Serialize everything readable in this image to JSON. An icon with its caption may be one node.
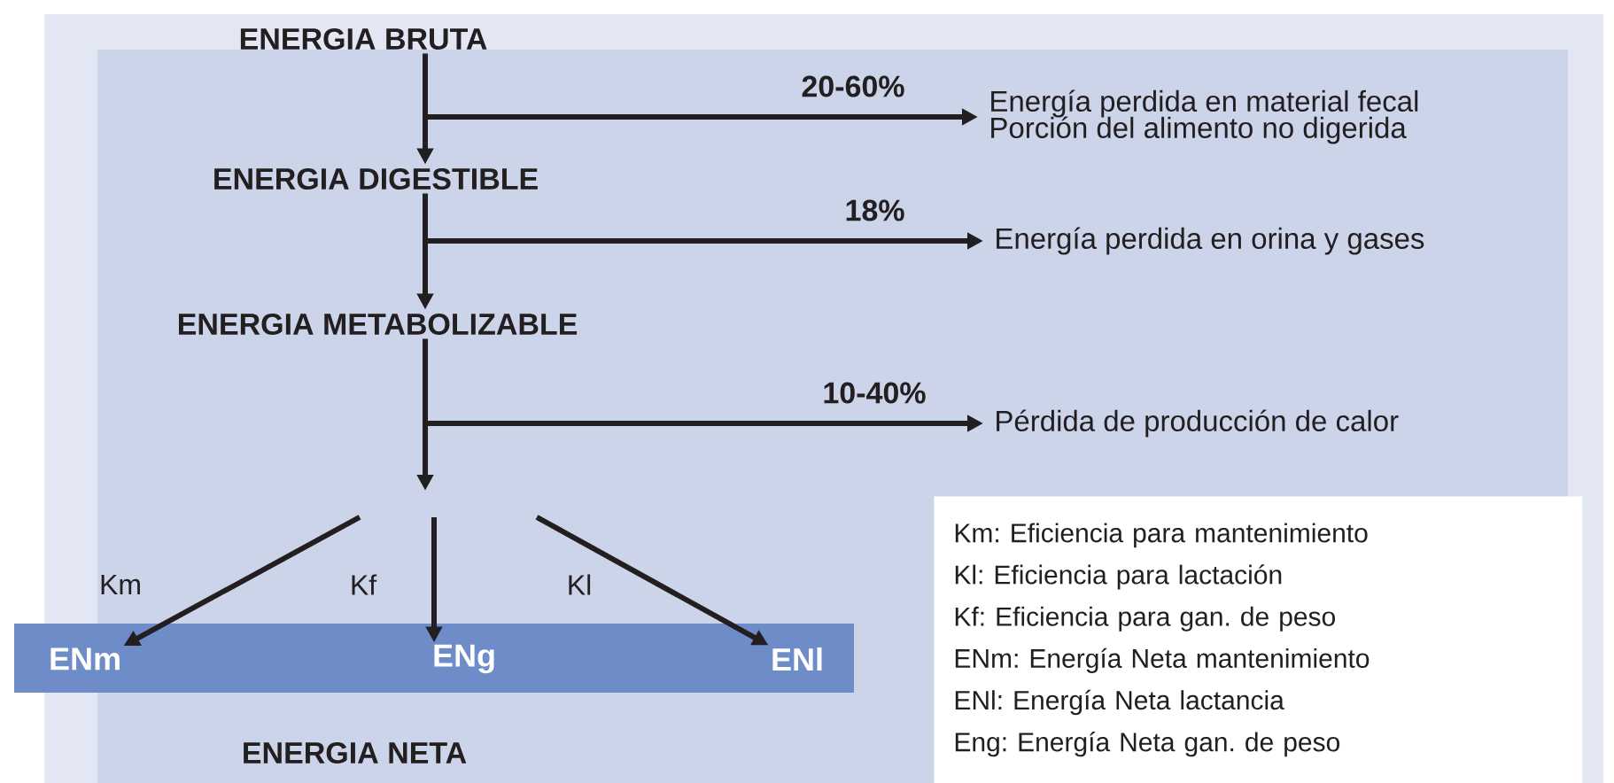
{
  "diagram": {
    "nodes": [
      {
        "text": [
          "ENERGIA BRUTA"
        ]
      },
      {
        "text": [
          "ENERGIA DIGESTIBLE"
        ]
      },
      {
        "text": [
          "ENERGIA METABOLIZABLE"
        ]
      },
      {
        "text": [],
        "shape": "bar"
      },
      {
        "text": [
          "ENm"
        ],
        "in": 3
      },
      {
        "text": [
          "ENg"
        ],
        "in": 3
      },
      {
        "text": [
          "ENl"
        ],
        "in": 3
      },
      {
        "text": [
          "Energía perdida en material fecal",
          "Porción del alimento no digerida"
        ]
      },
      {
        "text": [
          "Energía perdida en orina y gases"
        ]
      },
      {
        "text": [
          "Pérdida de producción de calor"
        ]
      },
      {
        "text": [
          "Km: Eficiencia para mantenimiento",
          "Kl: Eficiencia para lactación",
          "Kf: Eficiencia para gan. de peso",
          "ENm: Energía Neta mantenimiento",
          "ENl: Energía Neta lactancia",
          "Eng: Energía Neta gan. de peso"
        ]
      }
    ],
    "edges": [
      {
        "from": 0,
        "to": 1,
        "arrow": "to"
      },
      {
        "from": 1,
        "to": 2,
        "arrow": "to"
      },
      {
        "from": 2,
        "to": null,
        "arrow": "to"
      },
      {
        "from": null,
        "to": 7,
        "arrow": "to",
        "label": "20-60%"
      },
      {
        "from": null,
        "to": 8,
        "arrow": "to",
        "label": "18%"
      },
      {
        "from": null,
        "to": 9,
        "arrow": "to",
        "label": "10-40%"
      },
      {
        "from": null,
        "to": 4,
        "arrow": "to",
        "label": "Km"
      },
      {
        "from": null,
        "to": 5,
        "arrow": "to",
        "label": "Kf"
      },
      {
        "from": null,
        "to": 6,
        "arrow": "to",
        "label": "Kl"
      }
    ],
    "labels": [
      "ENERGIA NETA"
    ]
  }
}
